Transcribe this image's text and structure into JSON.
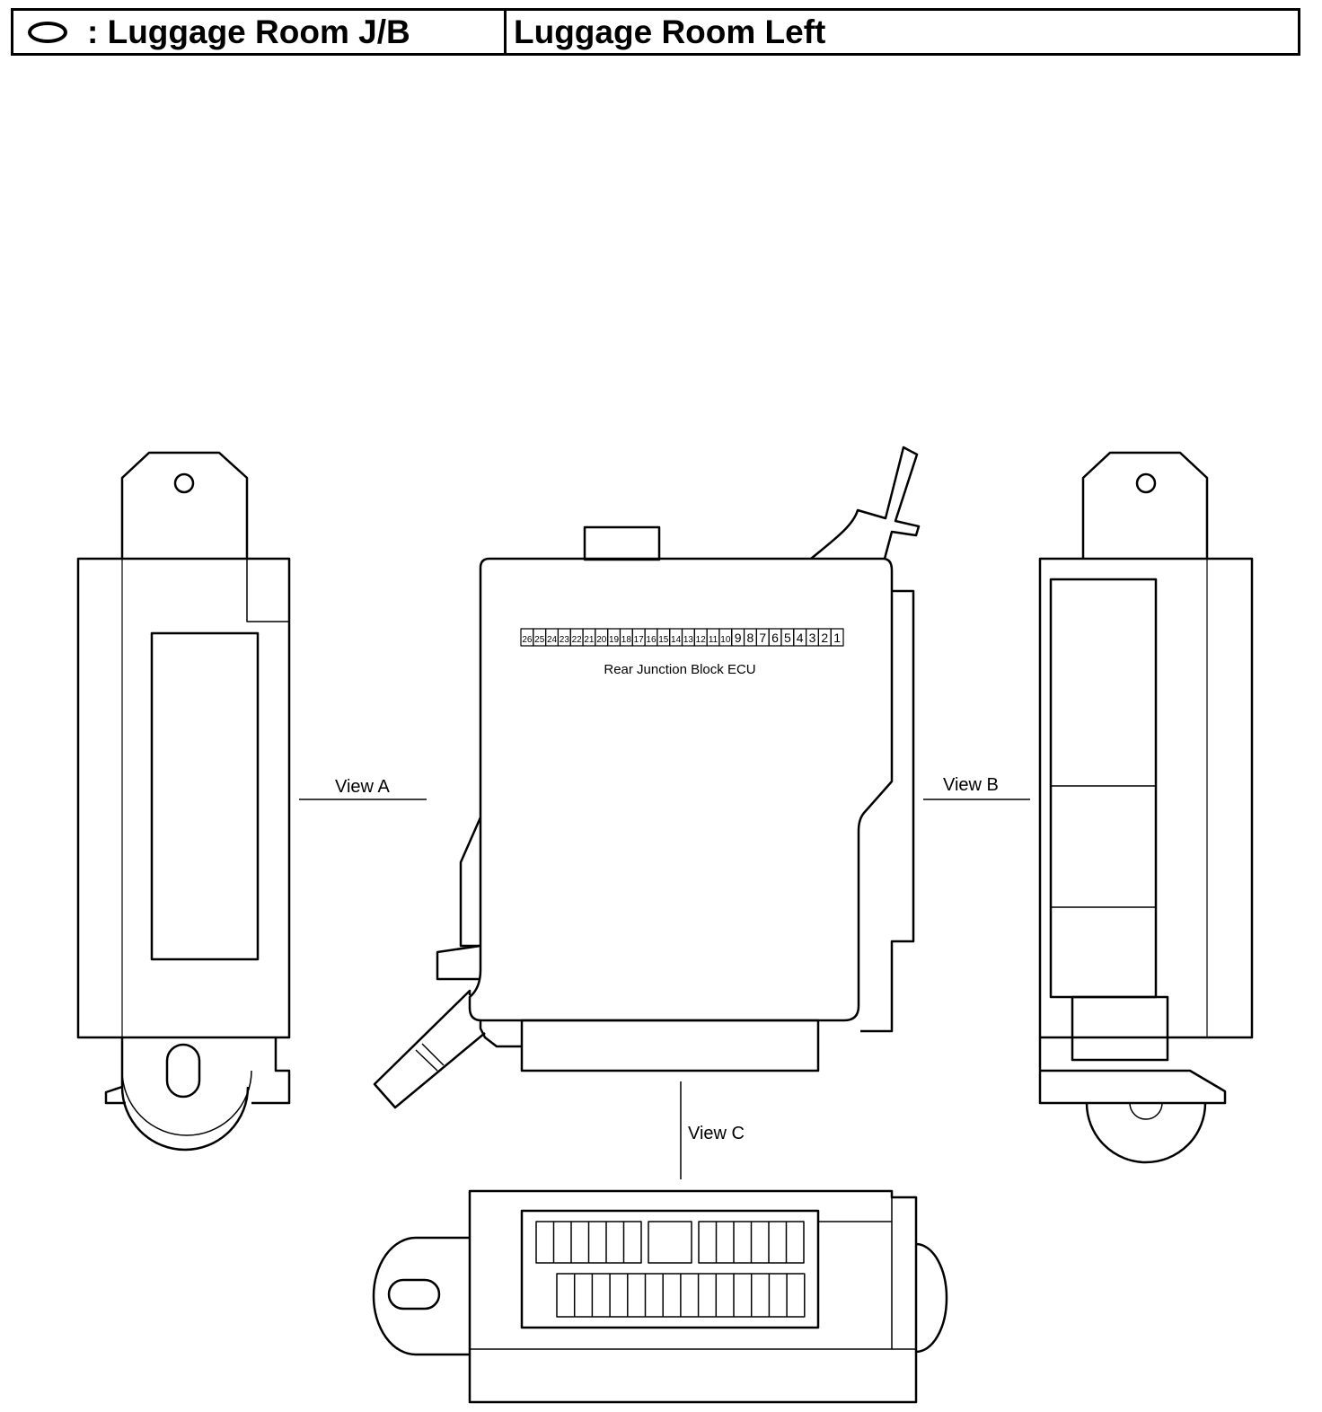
{
  "header": {
    "legend_symbol": "oval-symbol",
    "location_label": ": Luggage Room J/B",
    "position_label": "Luggage Room Left"
  },
  "diagram": {
    "ecu_label": "Rear Junction Block ECU",
    "pin_numbers": [
      "26",
      "25",
      "24",
      "23",
      "22",
      "21",
      "20",
      "19",
      "18",
      "17",
      "16",
      "15",
      "14",
      "13",
      "12",
      "11",
      "10",
      "9",
      "8",
      "7",
      "6",
      "5",
      "4",
      "3",
      "2",
      "1"
    ],
    "view_a_label": "View A",
    "view_b_label": "View B",
    "view_c_label": "View C"
  }
}
